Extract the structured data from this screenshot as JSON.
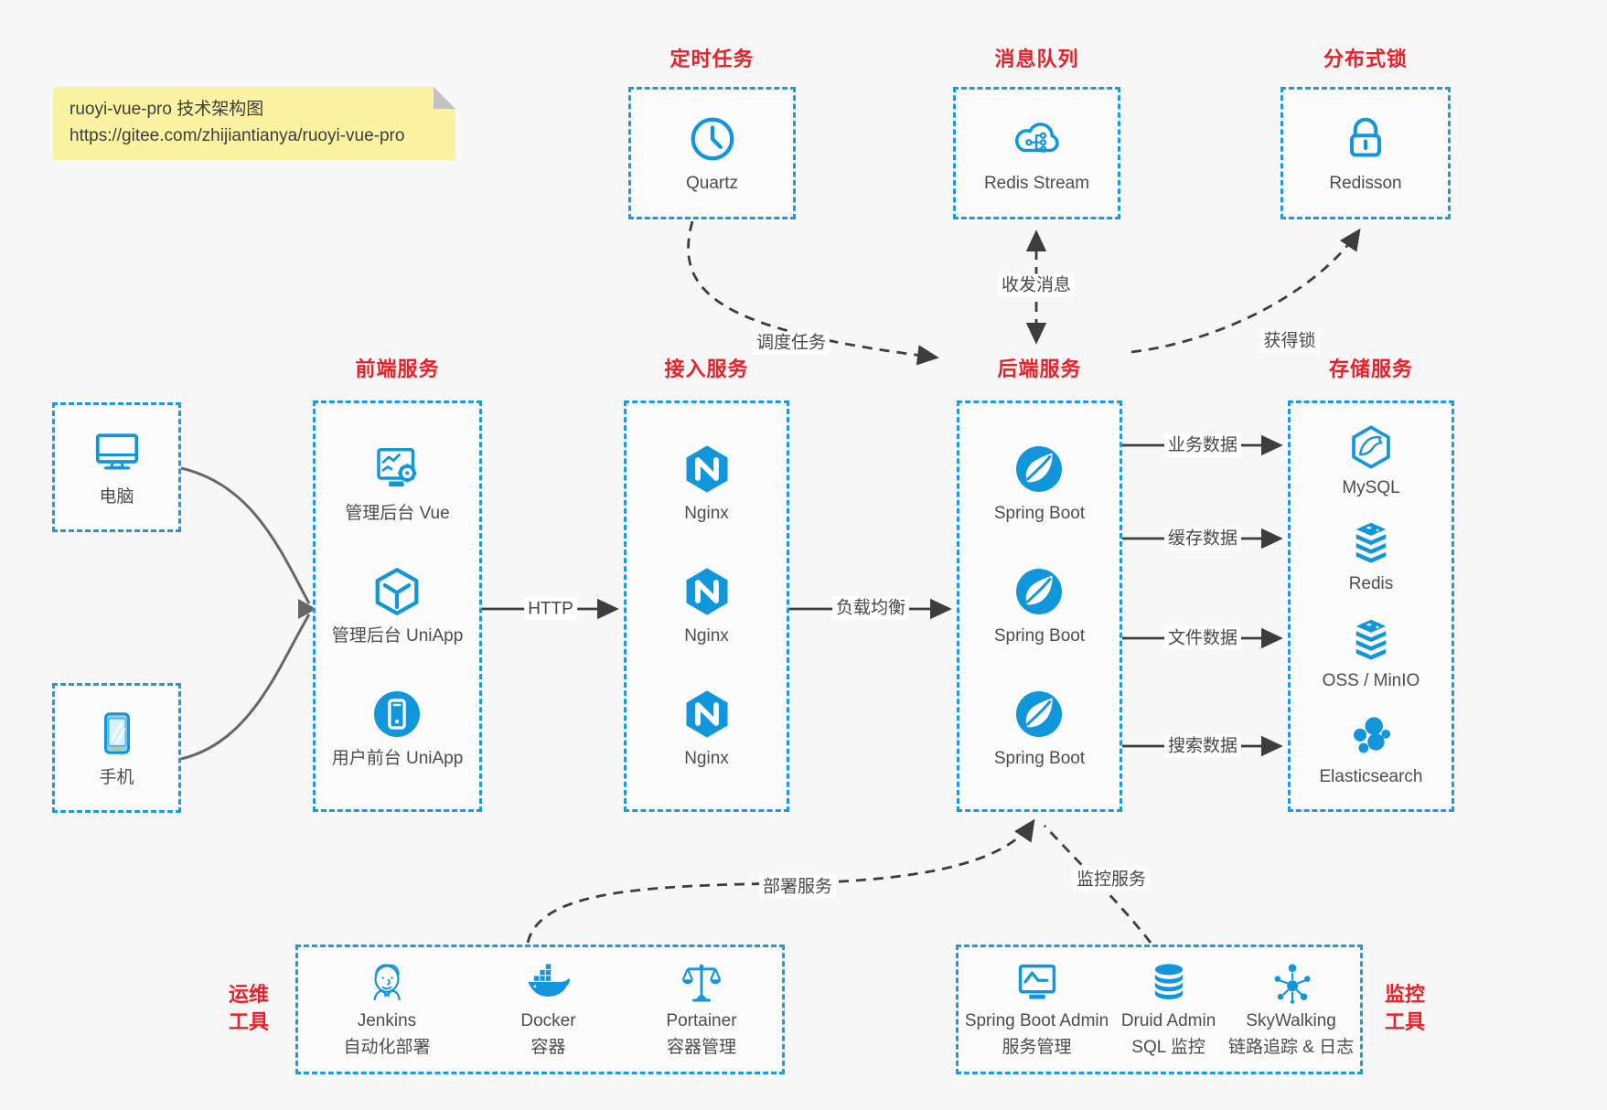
{
  "note": {
    "line1": "ruoyi-vue-pro 技术架构图",
    "line2": "https://gitee.com/zhijiantianya/ruoyi-vue-pro"
  },
  "groups": {
    "scheduler": {
      "title": "定时任务",
      "items": [
        {
          "label": "Quartz",
          "icon": "clock-icon"
        }
      ]
    },
    "mq": {
      "title": "消息队列",
      "items": [
        {
          "label": "Redis Stream",
          "icon": "cloud-stream-icon"
        }
      ]
    },
    "lock": {
      "title": "分布式锁",
      "items": [
        {
          "label": "Redisson",
          "icon": "lock-icon"
        }
      ]
    },
    "clients": {
      "items": [
        {
          "label": "电脑",
          "icon": "desktop-icon"
        },
        {
          "label": "手机",
          "icon": "mobile-icon"
        }
      ]
    },
    "frontend": {
      "title": "前端服务",
      "items": [
        {
          "label": "管理后台 Vue",
          "icon": "admin-vue-icon"
        },
        {
          "label": "管理后台 UniApp",
          "icon": "cube-icon"
        },
        {
          "label": "用户前台 UniApp",
          "icon": "phone-circle-icon"
        }
      ]
    },
    "gateway": {
      "title": "接入服务",
      "items": [
        {
          "label": "Nginx",
          "icon": "nginx-icon"
        },
        {
          "label": "Nginx",
          "icon": "nginx-icon"
        },
        {
          "label": "Nginx",
          "icon": "nginx-icon"
        }
      ]
    },
    "backend": {
      "title": "后端服务",
      "items": [
        {
          "label": "Spring Boot",
          "icon": "spring-icon"
        },
        {
          "label": "Spring Boot",
          "icon": "spring-icon"
        },
        {
          "label": "Spring Boot",
          "icon": "spring-icon"
        }
      ]
    },
    "storage": {
      "title": "存储服务",
      "items": [
        {
          "label": "MySQL",
          "icon": "mysql-icon"
        },
        {
          "label": "Redis",
          "icon": "redis-stack-icon"
        },
        {
          "label": "OSS / MinIO",
          "icon": "oss-stack-icon"
        },
        {
          "label": "Elasticsearch",
          "icon": "elasticsearch-icon"
        }
      ]
    },
    "ops": {
      "title_line1": "运维",
      "title_line2": "工具",
      "items": [
        {
          "label": "Jenkins",
          "sublabel": "自动化部署",
          "icon": "jenkins-icon"
        },
        {
          "label": "Docker",
          "sublabel": "容器",
          "icon": "docker-icon"
        },
        {
          "label": "Portainer",
          "sublabel": "容器管理",
          "icon": "portainer-icon"
        }
      ]
    },
    "monitor": {
      "title_line1": "监控",
      "title_line2": "工具",
      "items": [
        {
          "label": "Spring Boot Admin",
          "sublabel": "服务管理",
          "icon": "monitor-pulse-icon"
        },
        {
          "label": "Druid Admin",
          "sublabel": "SQL 监控",
          "icon": "database-icon"
        },
        {
          "label": "SkyWalking",
          "sublabel": "链路追踪 & 日志",
          "icon": "network-dots-icon"
        }
      ]
    }
  },
  "edges": {
    "http": "HTTP",
    "load_balance": "负载均衡",
    "business_data": "业务数据",
    "cache_data": "缓存数据",
    "file_data": "文件数据",
    "search_data": "搜索数据",
    "schedule_task": "调度任务",
    "send_receive_msg": "收发消息",
    "acquire_lock": "获得锁",
    "deploy_service": "部署服务",
    "monitor_service": "监控服务"
  },
  "colors": {
    "accent_blue": "#1296db",
    "border_blue": "#1b9ae3",
    "title_red": "#e62129",
    "note_yellow": "#faf3a1",
    "arrow_dark": "#3d3d3d",
    "client_arrow_gray": "#666666"
  }
}
